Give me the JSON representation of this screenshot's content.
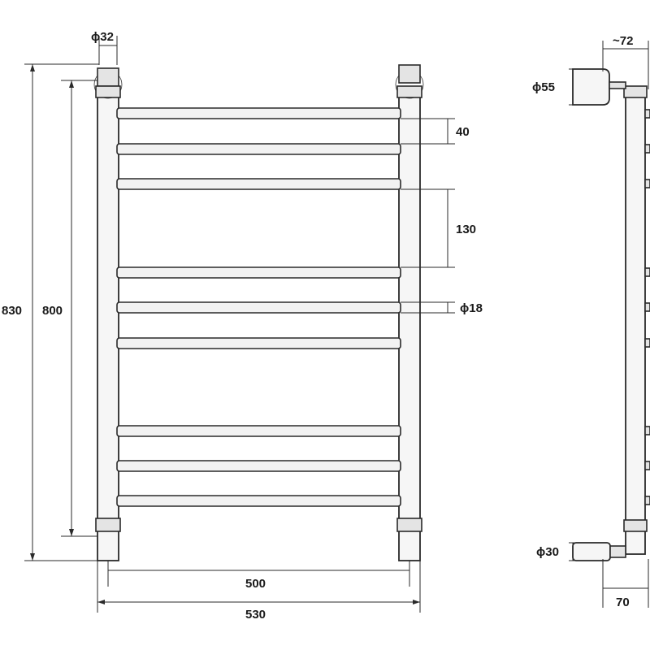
{
  "dimensions": {
    "mount_diameter": "ϕ32",
    "total_height": "830",
    "center_height": "800",
    "bar_spacing_small": "40",
    "bar_spacing_large": "130",
    "bar_diameter": "ϕ18",
    "center_width": "500",
    "total_width": "530",
    "wall_mount_depth": "~72",
    "side_mount_diameter": "ϕ55",
    "bottom_outlet_diameter": "ϕ30",
    "bottom_depth": "70"
  },
  "colors": {
    "line": "#2a2a2a",
    "fill": "#f2f2f2"
  }
}
